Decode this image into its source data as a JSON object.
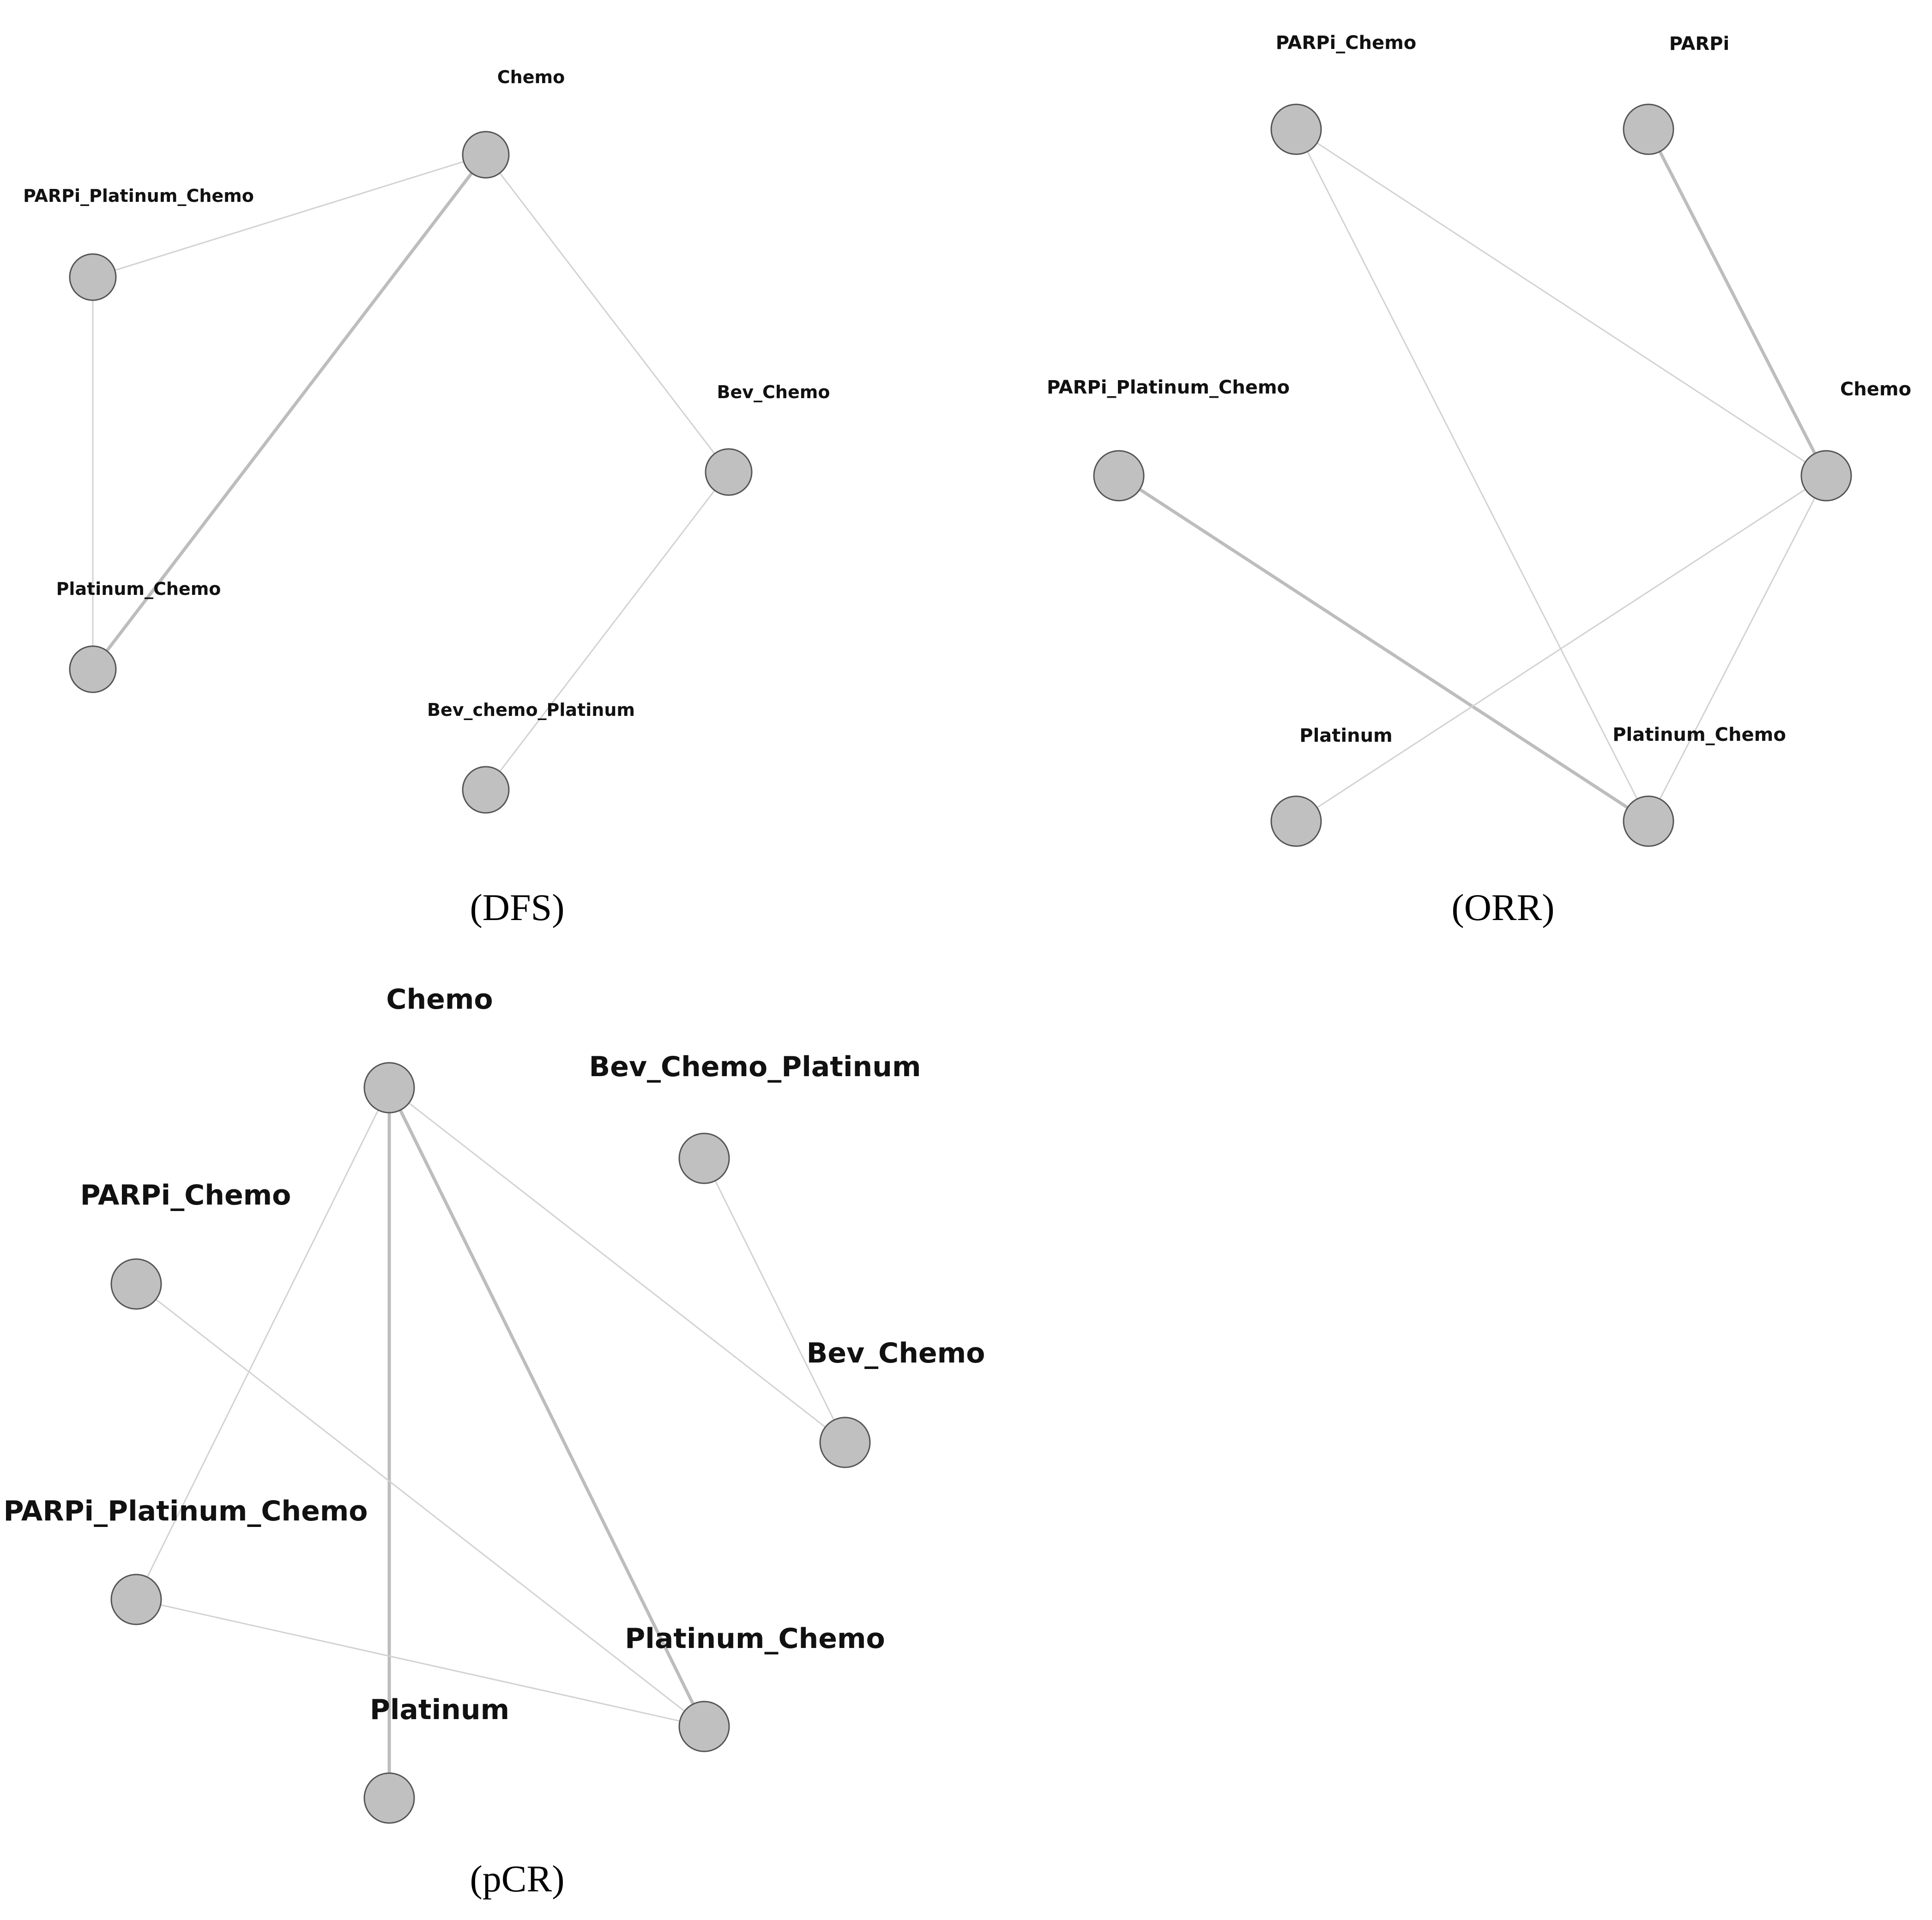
{
  "panels": [
    {
      "id": "dfs",
      "caption": "(DFS)",
      "nodes": [
        {
          "id": "chemo",
          "label": "Chemo"
        },
        {
          "id": "parpi_platinum_chemo",
          "label": "PARPi_Platinum_Chemo"
        },
        {
          "id": "bev_chemo",
          "label": "Bev_Chemo"
        },
        {
          "id": "platinum_chemo",
          "label": "Platinum_Chemo"
        },
        {
          "id": "bev_chemo_platinum",
          "label": "Bev_chemo_Platinum"
        }
      ],
      "edges": [
        {
          "from": "chemo",
          "to": "parpi_platinum_chemo",
          "weight": 1
        },
        {
          "from": "chemo",
          "to": "platinum_chemo",
          "weight": 2
        },
        {
          "from": "chemo",
          "to": "bev_chemo",
          "weight": 1
        },
        {
          "from": "parpi_platinum_chemo",
          "to": "platinum_chemo",
          "weight": 1
        },
        {
          "from": "bev_chemo",
          "to": "bev_chemo_platinum",
          "weight": 1
        }
      ]
    },
    {
      "id": "orr",
      "caption": "(ORR)",
      "nodes": [
        {
          "id": "parpi_chemo",
          "label": "PARPi_Chemo"
        },
        {
          "id": "parpi",
          "label": "PARPi"
        },
        {
          "id": "parpi_platinum_chemo",
          "label": "PARPi_Platinum_Chemo"
        },
        {
          "id": "chemo",
          "label": "Chemo"
        },
        {
          "id": "platinum",
          "label": "Platinum"
        },
        {
          "id": "platinum_chemo",
          "label": "Platinum_Chemo"
        }
      ],
      "edges": [
        {
          "from": "parpi_chemo",
          "to": "chemo",
          "weight": 1
        },
        {
          "from": "parpi_chemo",
          "to": "platinum_chemo",
          "weight": 1
        },
        {
          "from": "parpi",
          "to": "chemo",
          "weight": 2
        },
        {
          "from": "parpi_platinum_chemo",
          "to": "platinum_chemo",
          "weight": 2
        },
        {
          "from": "chemo",
          "to": "platinum",
          "weight": 1
        },
        {
          "from": "chemo",
          "to": "platinum_chemo",
          "weight": 1
        }
      ]
    },
    {
      "id": "pcr",
      "caption": "(pCR)",
      "nodes": [
        {
          "id": "chemo",
          "label": "Chemo"
        },
        {
          "id": "bev_chemo_platinum",
          "label": "Bev_Chemo_Platinum"
        },
        {
          "id": "parpi_chemo",
          "label": "PARPi_Chemo"
        },
        {
          "id": "bev_chemo",
          "label": "Bev_Chemo"
        },
        {
          "id": "parpi_platinum_chemo",
          "label": "PARPi_Platinum_Chemo"
        },
        {
          "id": "platinum_chemo",
          "label": "Platinum_Chemo"
        },
        {
          "id": "platinum",
          "label": "Platinum"
        }
      ],
      "edges": [
        {
          "from": "chemo",
          "to": "platinum",
          "weight": 2
        },
        {
          "from": "chemo",
          "to": "platinum_chemo",
          "weight": 2
        },
        {
          "from": "chemo",
          "to": "parpi_platinum_chemo",
          "weight": 1
        },
        {
          "from": "chemo",
          "to": "bev_chemo",
          "weight": 1
        },
        {
          "from": "bev_chemo_platinum",
          "to": "bev_chemo",
          "weight": 1
        },
        {
          "from": "parpi_chemo",
          "to": "platinum_chemo",
          "weight": 1
        },
        {
          "from": "parpi_platinum_chemo",
          "to": "platinum_chemo",
          "weight": 1
        }
      ]
    }
  ],
  "colors": {
    "node_fill": "#c0c0c0",
    "node_stroke": "#555555",
    "edge_thin": "#d2d2d2",
    "edge_thick": "#bdbdbd",
    "label": "#111111"
  }
}
